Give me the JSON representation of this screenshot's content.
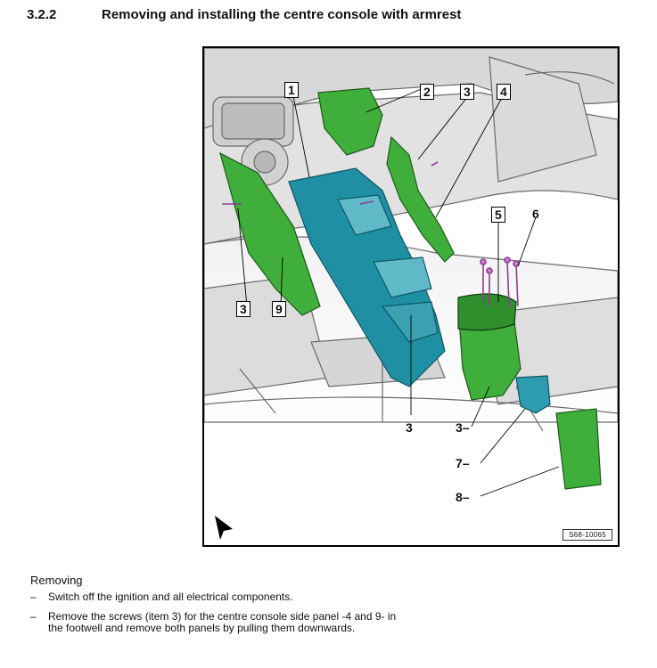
{
  "heading": {
    "number": "3.2.2",
    "title": "Removing and installing the centre console with armrest"
  },
  "figure": {
    "code": "S68-10065",
    "callouts": [
      "1",
      "2",
      "3",
      "4",
      "5",
      "6",
      "3",
      "9",
      "3",
      "3–",
      "7–",
      "8–"
    ],
    "colors": {
      "console": "#1f8fa3",
      "panel": "#3fae3a",
      "screw": "#d27ad8"
    }
  },
  "section": {
    "label": "Removing"
  },
  "steps": [
    {
      "dash": "–",
      "text": "Switch off the ignition and all electrical components."
    },
    {
      "dash": "–",
      "text": "Remove the screws (item 3) for the centre console side panel -4 and 9- in the footwell and remove both panels by pulling them downwards."
    }
  ]
}
